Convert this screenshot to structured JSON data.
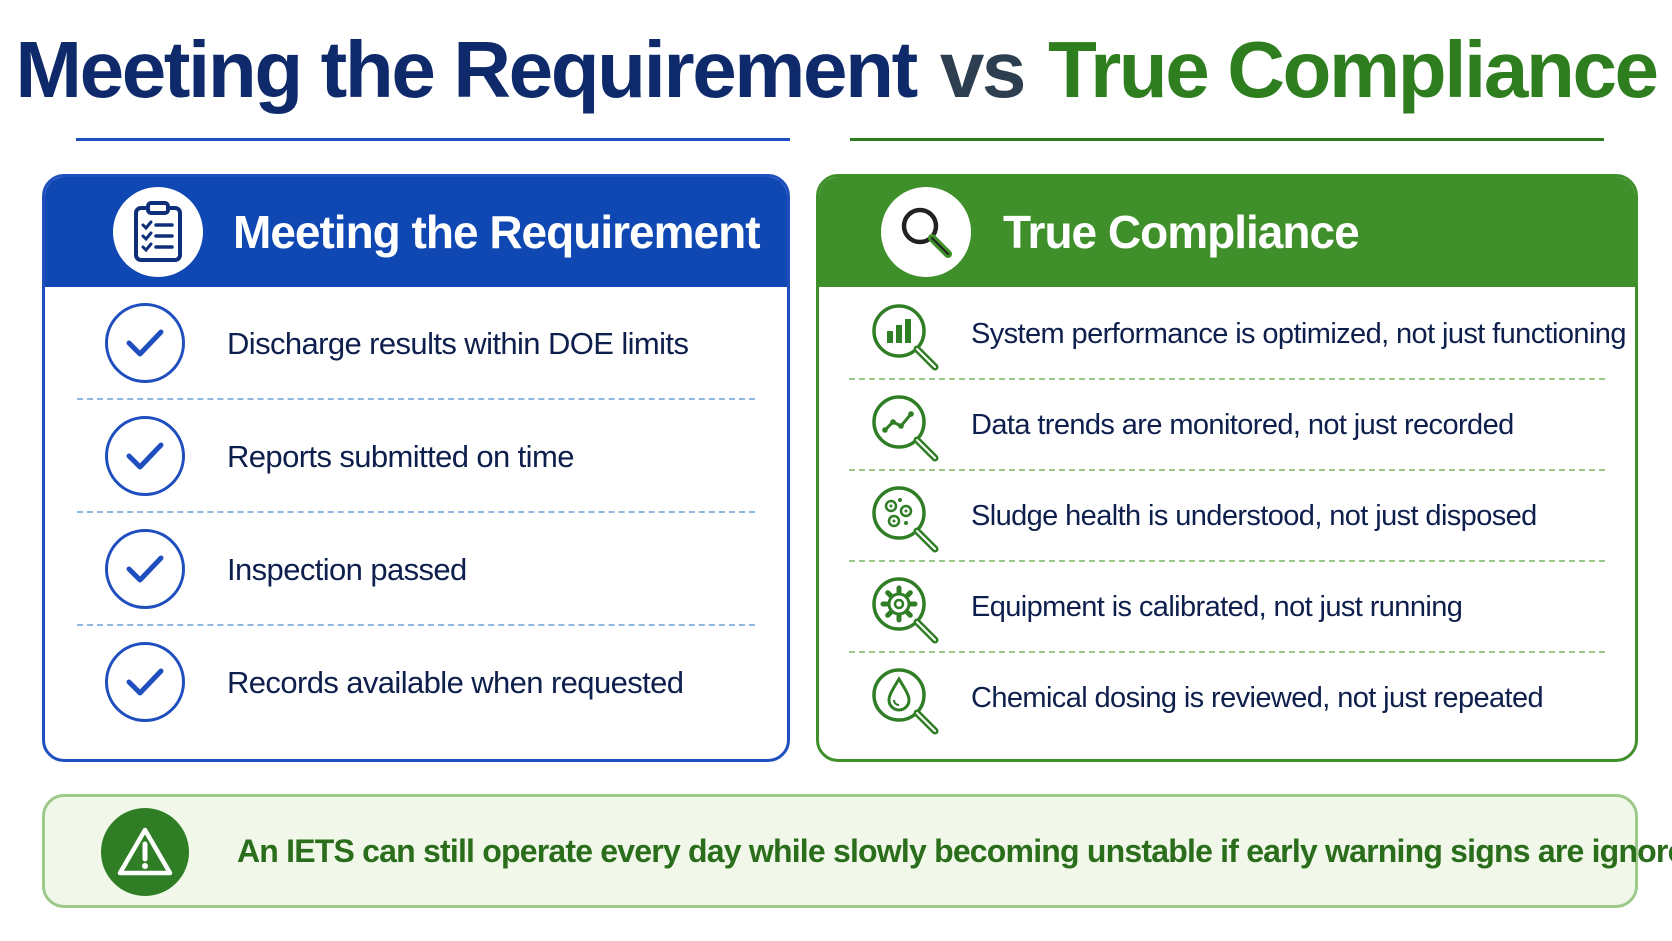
{
  "title": {
    "left": "Meeting the Requirement",
    "vs": "vs",
    "right": "True Compliance"
  },
  "colors": {
    "navy": "#0e2a6b",
    "blue": "#0f47b3",
    "green": "#3f8f2a",
    "dark_green": "#2f7d24"
  },
  "meeting": {
    "heading": "Meeting the Requirement",
    "icon": "clipboard-checklist-icon",
    "items": [
      {
        "label": "Discharge results within DOE limits",
        "icon": "checkmark-icon"
      },
      {
        "label": "Reports submitted on time",
        "icon": "checkmark-icon"
      },
      {
        "label": "Inspection passed",
        "icon": "checkmark-icon"
      },
      {
        "label": "Records available when requested",
        "icon": "checkmark-icon"
      }
    ]
  },
  "compliance": {
    "heading": "True Compliance",
    "icon": "magnifier-icon",
    "items": [
      {
        "label": "System performance is optimized, not just functioning",
        "icon": "bar-chart-magnifier-icon"
      },
      {
        "label": "Data trends are monitored, not just recorded",
        "icon": "trend-line-magnifier-icon"
      },
      {
        "label": "Sludge health is understood, not just disposed",
        "icon": "microbes-magnifier-icon"
      },
      {
        "label": "Equipment is calibrated, not just running",
        "icon": "gear-magnifier-icon"
      },
      {
        "label": "Chemical dosing is reviewed, not just repeated",
        "icon": "droplet-magnifier-icon"
      }
    ]
  },
  "banner": {
    "icon": "warning-icon",
    "message": "An IETS can still operate every day while slowly becoming unstable if early warning signs are ignored."
  }
}
